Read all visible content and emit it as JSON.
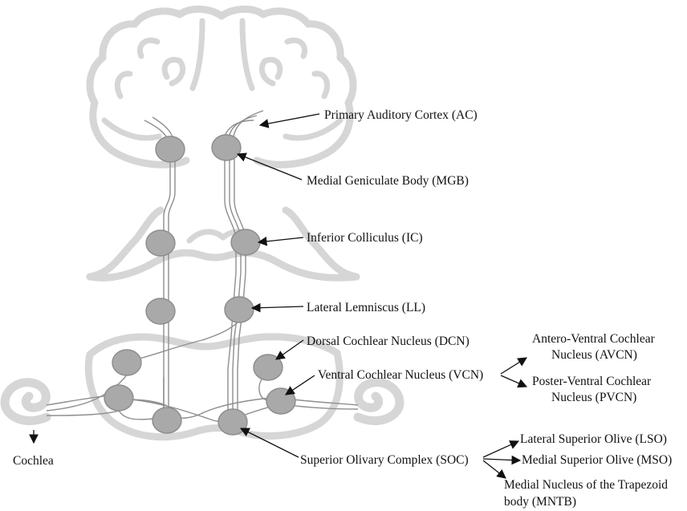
{
  "labels": {
    "ac": "Primary Auditory Cortex (AC)",
    "mgb": "Medial Geniculate Body (MGB)",
    "ic": "Inferior Colliculus (IC)",
    "ll": "Lateral Lemniscus (LL)",
    "dcn": "Dorsal Cochlear Nucleus (DCN)",
    "vcn": "Ventral Cochlear Nucleus (VCN)",
    "avcn_line1": "Antero-Ventral Cochlear",
    "avcn_line2": "Nucleus (AVCN)",
    "pvcn_line1": "Poster-Ventral Cochlear",
    "pvcn_line2": "Nucleus (PVCN)",
    "soc": "Superior Olivary Complex (SOC)",
    "lso": "Lateral Superior Olive (LSO)",
    "mso": "Medial Superior Olive (MSO)",
    "mntb_line1": "Medial Nucleus of the Trapezoid",
    "mntb_line2": "body (MNTB)",
    "cochlea": "Cochlea"
  },
  "colors": {
    "brain_outline": "#d6d6d6",
    "nucleus_fill": "#a9a9a9",
    "fiber": "#8e8e8e",
    "text": "#111111"
  }
}
